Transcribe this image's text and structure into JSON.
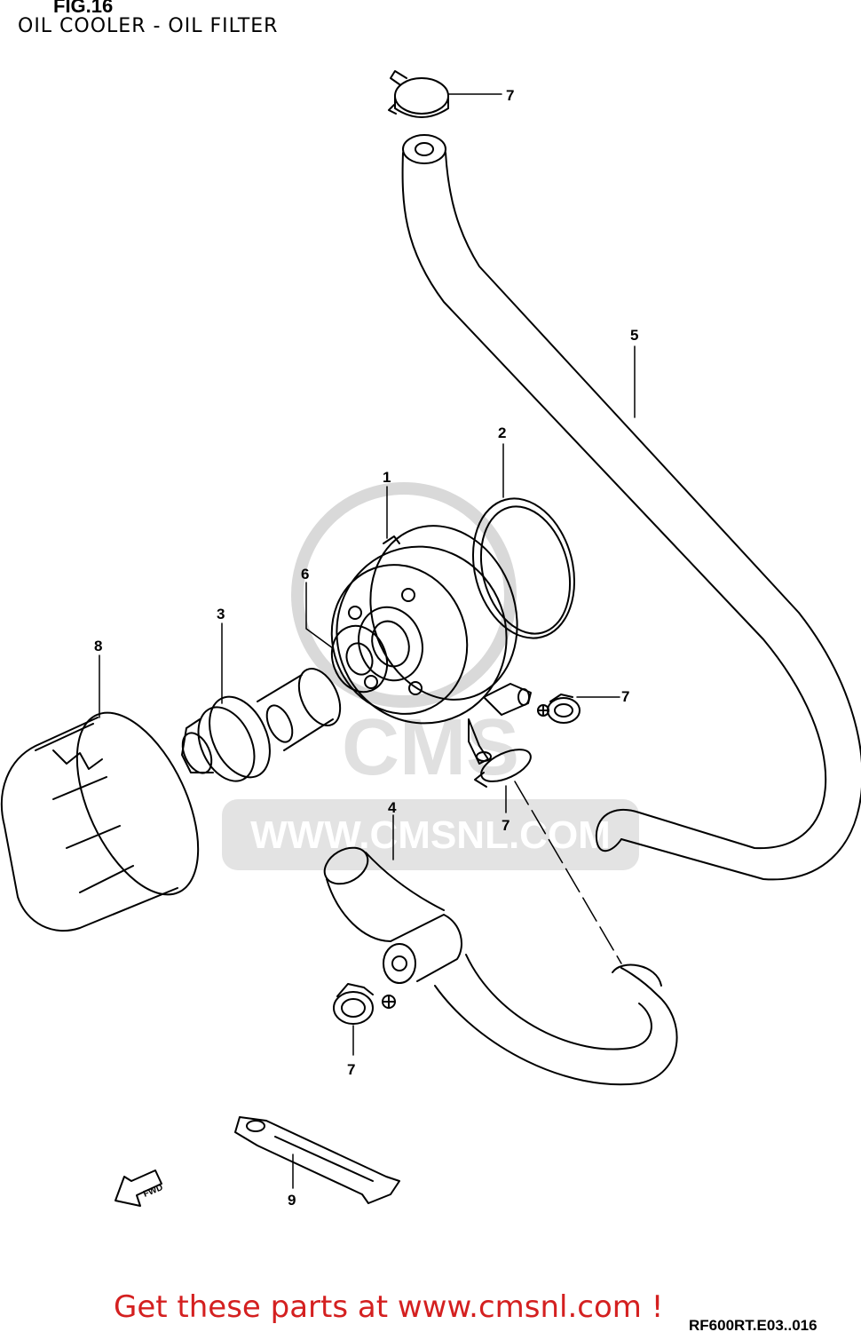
{
  "header": {
    "figure_number": "FIG.16",
    "title": "OIL COOLER - OIL FILTER"
  },
  "callouts": {
    "c7_top": "7",
    "c5": "5",
    "c2": "2",
    "c1": "1",
    "c6": "6",
    "c3": "3",
    "c8": "8",
    "c7_right": "7",
    "c7_mid": "7",
    "c4": "4",
    "c7_bottom": "7",
    "c9": "9"
  },
  "watermark": {
    "logo_text": "CMS",
    "url_text": "WWW.CMSNL.COM"
  },
  "direction_arrow": {
    "label": "FWD"
  },
  "footer": {
    "link_text": "Get these parts at www.cmsnl.com !",
    "diagram_code": "RF600RT.E03..016"
  },
  "colors": {
    "line": "#000000",
    "link": "#d42020",
    "watermark": "#d9d9d9"
  }
}
